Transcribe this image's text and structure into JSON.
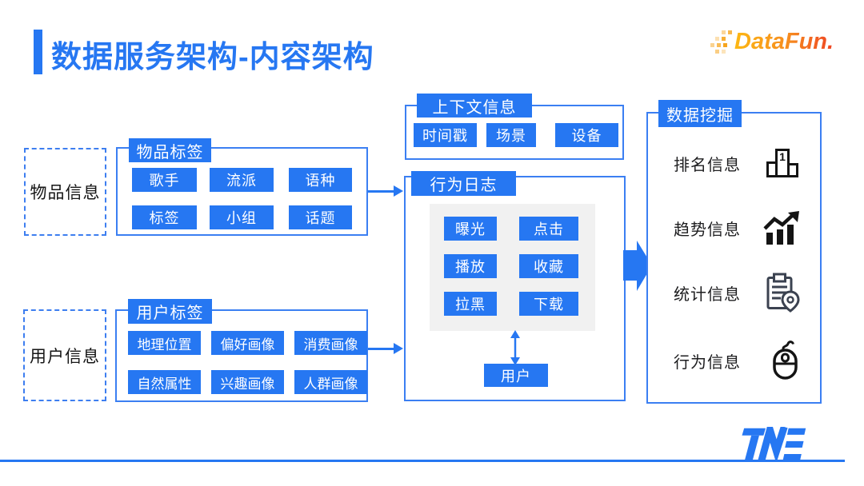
{
  "colors": {
    "accent": "#2677F2",
    "box_border": "#3B7FF2",
    "panel_gray": "#F1F1F1",
    "brand_gradient_start": "#FDB813",
    "brand_gradient_end": "#EF4423"
  },
  "header": {
    "title": "数据服务架构-内容架构",
    "brand": "DataFun."
  },
  "diagram": {
    "item_info": {
      "label": "物品信息"
    },
    "item_tags": {
      "title": "物品标签",
      "tags": [
        "歌手",
        "流派",
        "语种",
        "标签",
        "小组",
        "话题"
      ]
    },
    "user_info": {
      "label": "用户信息"
    },
    "user_tags": {
      "title": "用户标签",
      "tags": [
        "地理位置",
        "偏好画像",
        "消费画像",
        "自然属性",
        "兴趣画像",
        "人群画像"
      ]
    },
    "context": {
      "title": "上下文信息",
      "tags": [
        "时间戳",
        "场景",
        "设备"
      ]
    },
    "behavior_log": {
      "title": "行为日志",
      "actions": [
        "曝光",
        "点击",
        "播放",
        "收藏",
        "拉黑",
        "下载"
      ],
      "user_node": "用户"
    },
    "data_mining": {
      "title": "数据挖掘",
      "items": [
        {
          "label": "排名信息",
          "icon": "podium-icon",
          "badge": "1"
        },
        {
          "label": "趋势信息",
          "icon": "trend-chart-icon"
        },
        {
          "label": "统计信息",
          "icon": "clipboard-location-icon"
        },
        {
          "label": "行为信息",
          "icon": "mouse-icon"
        }
      ]
    }
  },
  "footer": {
    "logo": "TME"
  }
}
